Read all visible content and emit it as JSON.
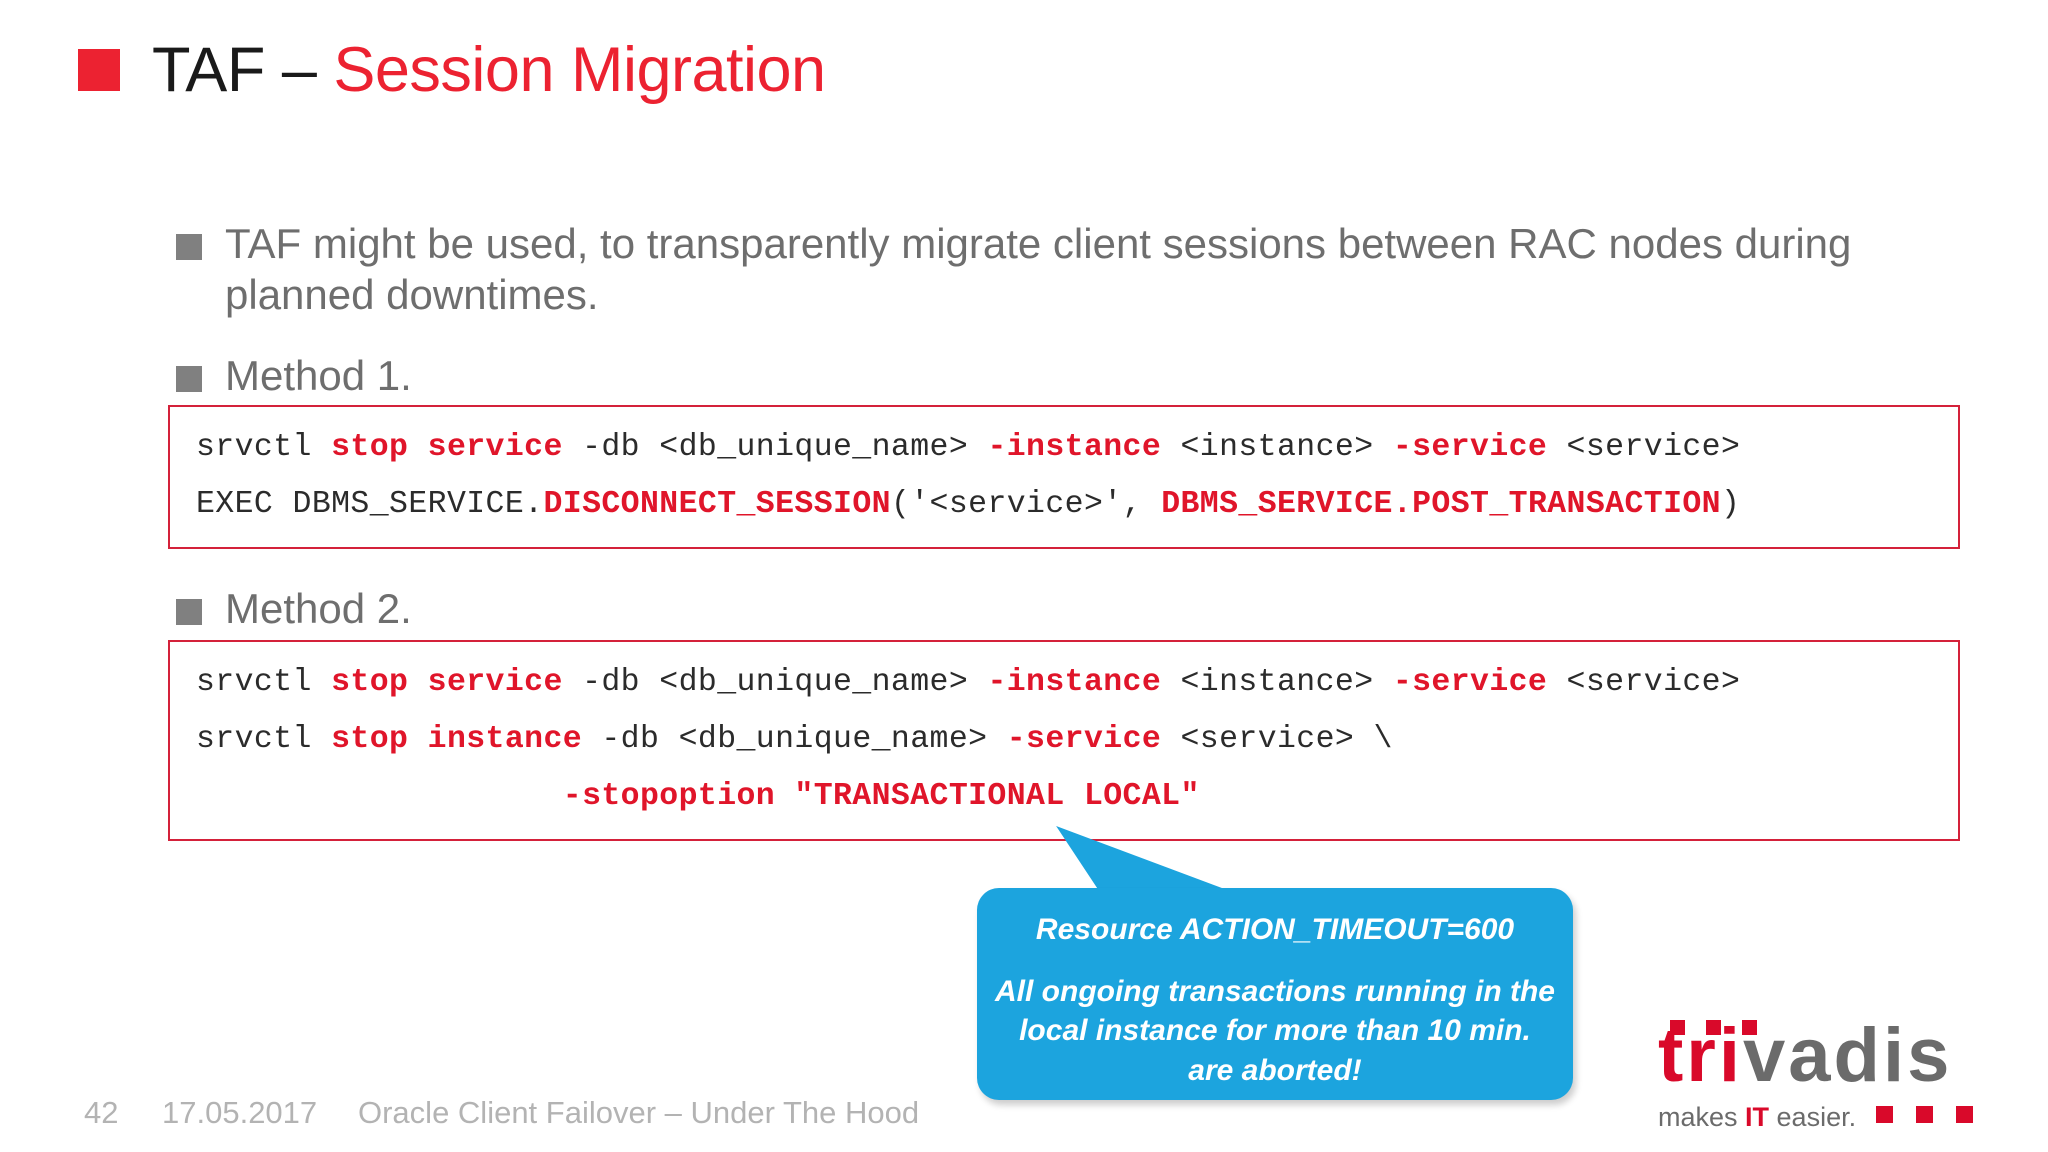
{
  "slide": {
    "title": {
      "plain": "TAF – ",
      "accent": "Session Migration"
    },
    "accent_color": "#ec2231",
    "bullet_color": "#808080"
  },
  "bullets": [
    {
      "id": "intro",
      "text": "TAF might be used, to transparently migrate client sessions between RAC nodes during planned downtimes."
    },
    {
      "id": "method1",
      "text": "Method 1."
    },
    {
      "id": "method2",
      "text": "Method 2."
    }
  ],
  "code_blocks": [
    {
      "id": "code-1",
      "lines": [
        [
          {
            "t": "srvctl ",
            "kw": false
          },
          {
            "t": "stop service",
            "kw": true
          },
          {
            "t": " -db <db_unique_name> ",
            "kw": false
          },
          {
            "t": "-instance",
            "kw": true
          },
          {
            "t": " <instance> ",
            "kw": false
          },
          {
            "t": "-service",
            "kw": true
          },
          {
            "t": " <service>",
            "kw": false
          }
        ],
        [
          {
            "t": "EXEC DBMS_SERVICE.",
            "kw": false
          },
          {
            "t": "DISCONNECT_SESSION",
            "kw": true
          },
          {
            "t": "('<service>', ",
            "kw": false
          },
          {
            "t": "DBMS_SERVICE.POST_TRANSACTION",
            "kw": true
          },
          {
            "t": ")",
            "kw": false
          }
        ]
      ]
    },
    {
      "id": "code-2",
      "lines": [
        [
          {
            "t": "srvctl ",
            "kw": false
          },
          {
            "t": "stop service",
            "kw": true
          },
          {
            "t": " -db <db_unique_name> ",
            "kw": false
          },
          {
            "t": "-instance",
            "kw": true
          },
          {
            "t": " <instance> ",
            "kw": false
          },
          {
            "t": "-service",
            "kw": true
          },
          {
            "t": " <service>",
            "kw": false
          }
        ],
        [
          {
            "t": "srvctl ",
            "kw": false
          },
          {
            "t": "stop instance",
            "kw": true
          },
          {
            "t": " -db <db_unique_name> ",
            "kw": false
          },
          {
            "t": "-service",
            "kw": true
          },
          {
            "t": " <service> \\",
            "kw": false
          }
        ],
        [
          {
            "t": "                   ",
            "kw": false
          },
          {
            "t": "-stopoption \"TRANSACTIONAL LOCAL\"",
            "kw": true
          }
        ]
      ]
    }
  ],
  "callout": {
    "color": "#1ca4de",
    "line1": "Resource ACTION_TIMEOUT=600",
    "line2": "All ongoing transactions running in the local instance for more than 10 min. are aborted!"
  },
  "footer": {
    "page": "42",
    "date": "17.05.2017",
    "title": "Oracle Client Failover – Under The Hood"
  },
  "logo": {
    "name_red": "tri",
    "name_grey": "vadis",
    "tagline_pre": "makes ",
    "tagline_accent": "IT",
    "tagline_post": " easier."
  }
}
